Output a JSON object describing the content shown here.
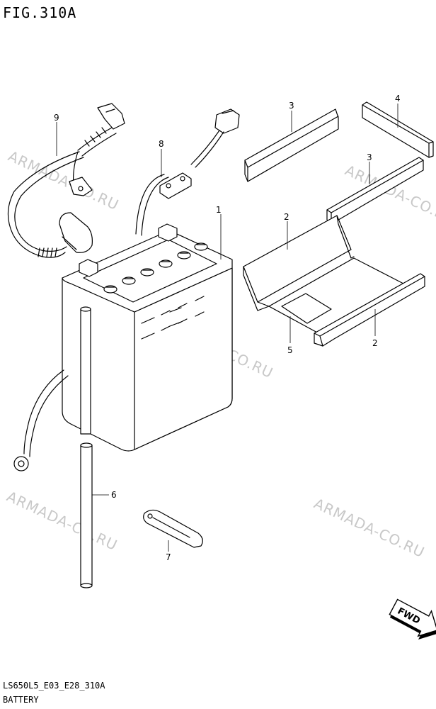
{
  "figure": {
    "title": "FIG.310A"
  },
  "footer": {
    "code": "LS650L5_E03_E28_310A",
    "name": "BATTERY"
  },
  "watermark": "ARMADA-CO.RU",
  "callouts": [
    "1",
    "2",
    "2",
    "3",
    "3",
    "4",
    "5",
    "6",
    "7",
    "8",
    "9"
  ],
  "direction_label": "FWD"
}
